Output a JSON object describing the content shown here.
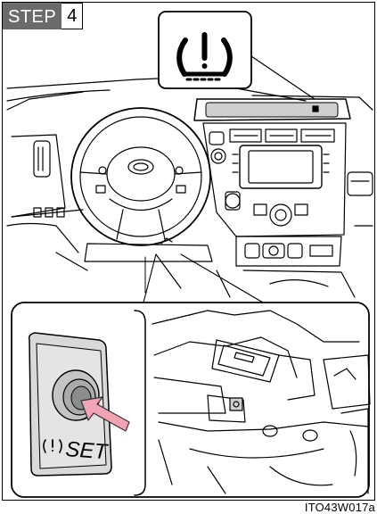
{
  "step": {
    "label": "STEP",
    "number": "4"
  },
  "button": {
    "label": "SET"
  },
  "figure_code": "ITO43W017a",
  "icons": {
    "warning": "tire-pressure-warning-icon",
    "button_icon": "tire-pressure-symbol-icon"
  },
  "colors": {
    "arrow": "#f2a4b4",
    "arrow_stroke": "#333333",
    "badge": "#6b6b6b"
  }
}
